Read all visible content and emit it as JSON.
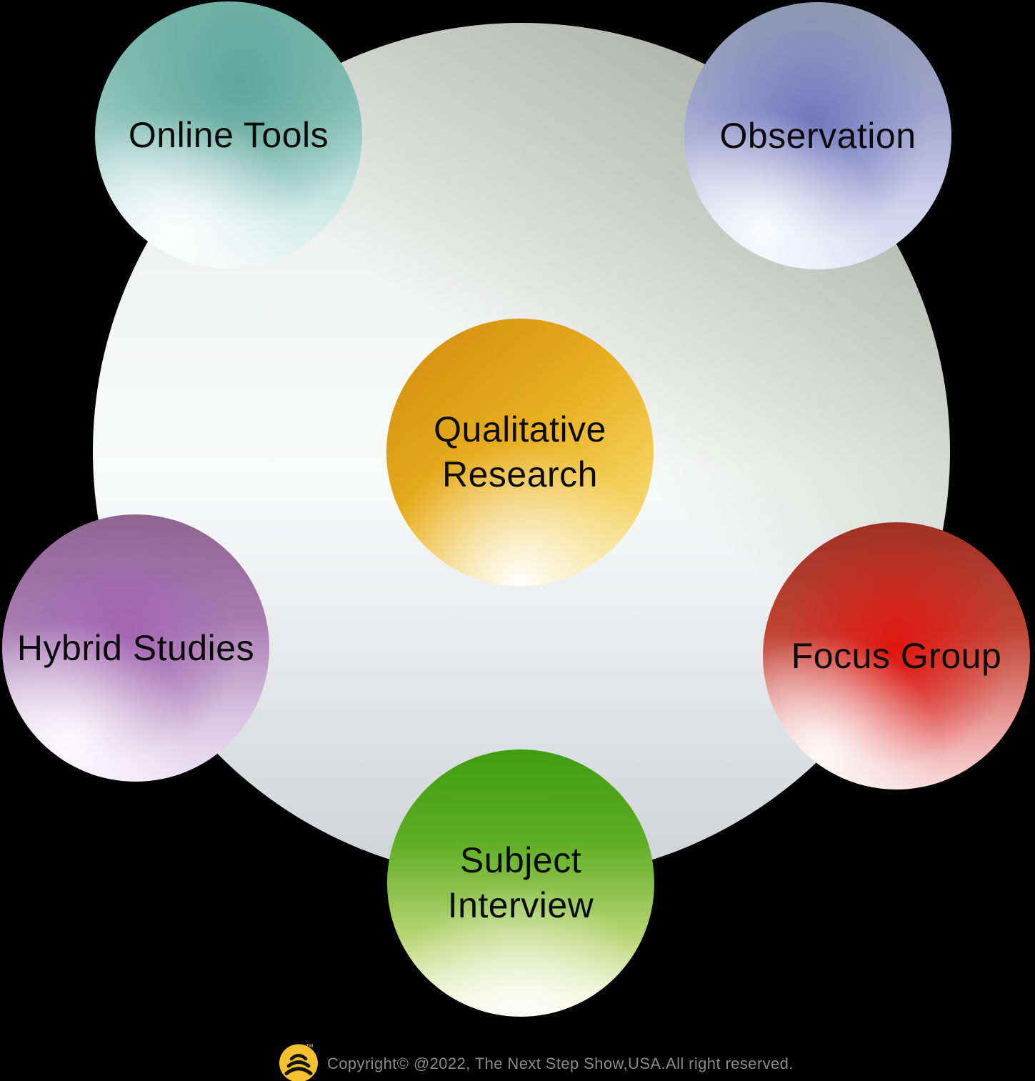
{
  "diagram": {
    "title_concept": "Qualitative Research methods diagram",
    "center_node": {
      "label_line1": "Qualitative",
      "label_line2": "Research",
      "color": "#E8AD1D"
    },
    "nodes": {
      "online_tools": {
        "label": "Online Tools",
        "color": "#79B5AC",
        "position": "top-left"
      },
      "observation": {
        "label": "Observation",
        "color": "#8A90C9",
        "position": "top-right"
      },
      "hybrid_studies": {
        "label": "Hybrid Studies",
        "color": "#A87CB2",
        "position": "left"
      },
      "focus_group": {
        "label": "Focus Group",
        "color": "#DD1F1A",
        "position": "right"
      },
      "subject_interview": {
        "label_line1": "Subject",
        "label_line2": "Interview",
        "color": "#5FAE24",
        "position": "bottom"
      }
    },
    "background_circle_color": "#D8DAD6",
    "label_text_color": "#0C0C0C"
  },
  "footer": {
    "copyright": "Copyright© @2022, The Next Step Show,USA.All right reserved.",
    "trademark": "™",
    "logo_color": "#F5C12E",
    "text_color": "#8A8A8A"
  }
}
